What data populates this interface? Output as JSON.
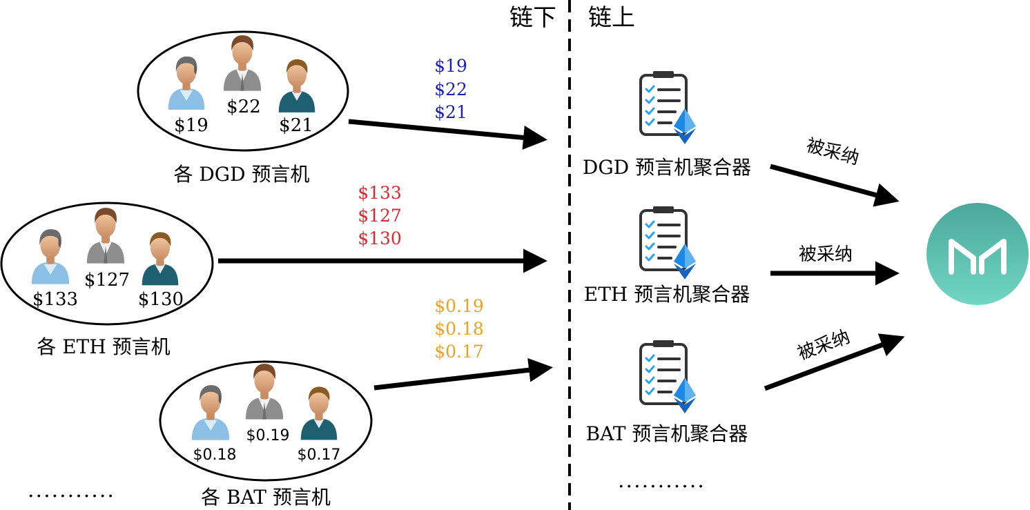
{
  "headers": {
    "offchain": "链下",
    "onchain": "链上"
  },
  "groups": [
    {
      "label": "各 DGD 预言机",
      "prices": [
        "$19",
        "$22",
        "$21"
      ],
      "arrow_values": [
        "$19",
        "$22",
        "$21"
      ],
      "value_color": "#1a1fb5",
      "price_font": "serif"
    },
    {
      "label": "各 ETH 预言机",
      "prices": [
        "$133",
        "$127",
        "$130"
      ],
      "arrow_values": [
        "$133",
        "$127",
        "$130"
      ],
      "value_color": "#e0262e",
      "price_font": "serif"
    },
    {
      "label": "各 BAT 预言机",
      "prices": [
        "$0.18",
        "$0.19",
        "$0.17"
      ],
      "arrow_values": [
        "$0.19",
        "$0.18",
        "$0.17"
      ],
      "value_color": "#f0a020",
      "price_font": "sans"
    }
  ],
  "aggregators": [
    {
      "label": "DGD 预言机聚合器",
      "adopted": "被采纳"
    },
    {
      "label": "ETH 预言机聚合器",
      "adopted": "被采纳"
    },
    {
      "label": "BAT 预言机聚合器",
      "adopted": "被采纳"
    }
  ],
  "ellipsis_left": "...........",
  "ellipsis_right": "...........",
  "colors": {
    "maker_top": "#4aa89a",
    "maker_bottom": "#6fd3c0",
    "eth_blue": "#1e88e5",
    "check_blue": "#29a3e6"
  },
  "icons": {
    "person": "person-icon",
    "clipboard": "clipboard-checklist-icon",
    "ethereum": "ethereum-diamond-icon",
    "maker": "maker-logo-icon"
  }
}
